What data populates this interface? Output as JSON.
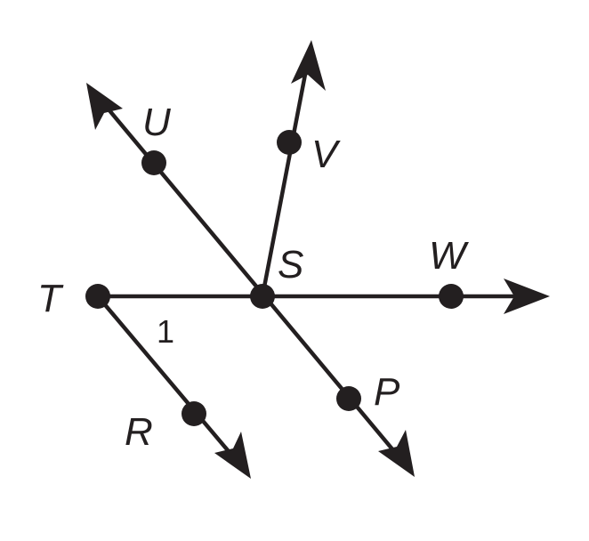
{
  "diagram": {
    "points": {
      "T": "T",
      "S": "S",
      "W": "W",
      "U": "U",
      "V": "V",
      "P": "P",
      "R": "R"
    },
    "angle_label": "1",
    "color": "#231f20"
  }
}
